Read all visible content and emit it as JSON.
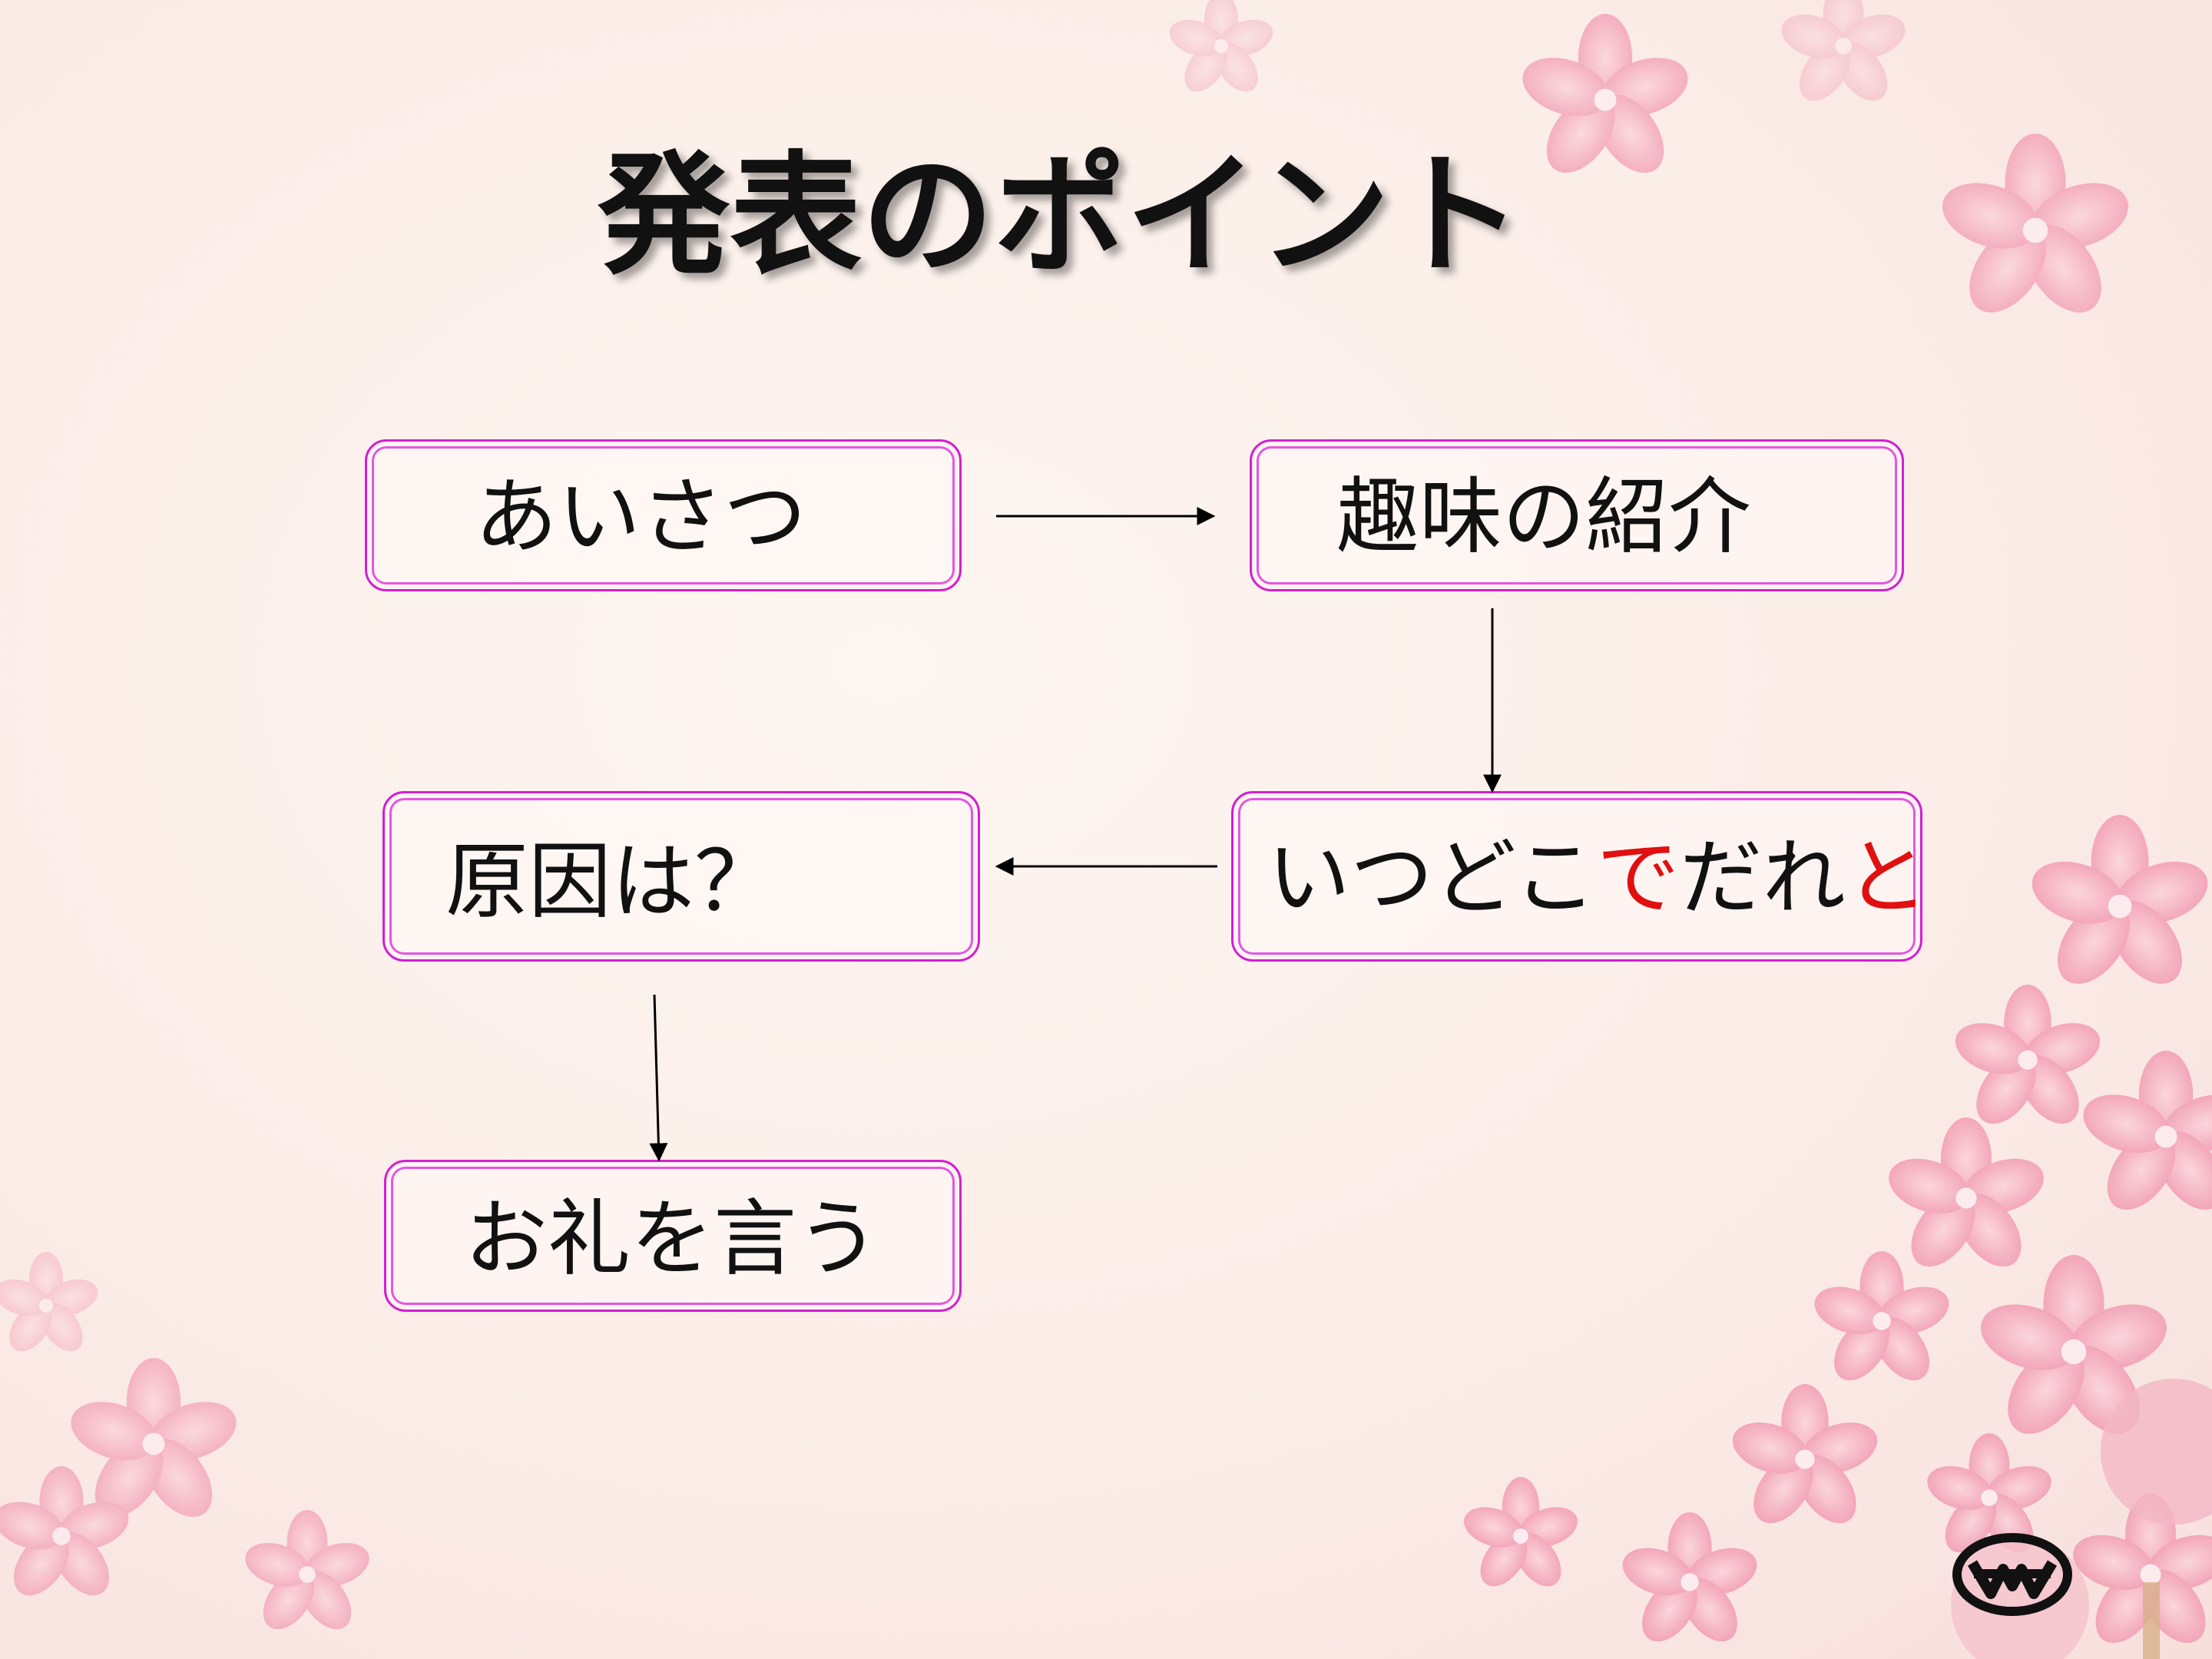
{
  "slide": {
    "title": "発表のポイント"
  },
  "flow": {
    "step1": "あいさつ",
    "step2": "趣味の紹介",
    "step3": {
      "part1": "いつどこ",
      "part2": "で",
      "part3": "だれ",
      "part4": "と"
    },
    "step4": "原因は？",
    "step5": "お礼を言う"
  },
  "colors": {
    "box_border": "#d21fd2",
    "highlight": "#e01010",
    "arrow": "#000000"
  },
  "icons": {
    "logo": "school-emblem-icon",
    "background": "cherry-blossom-decoration"
  }
}
